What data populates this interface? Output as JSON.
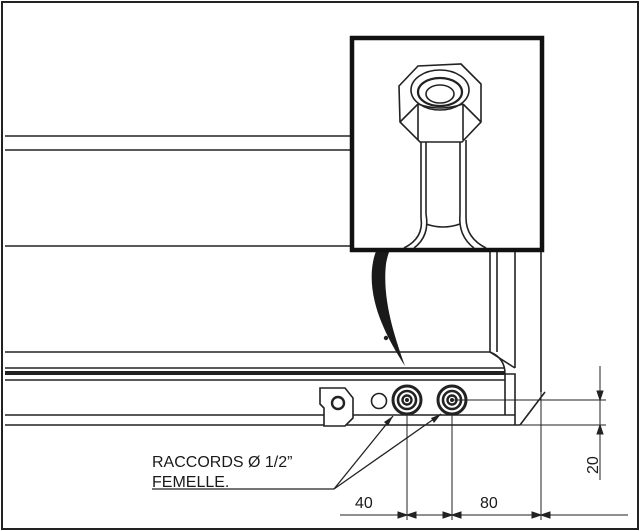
{
  "callout": {
    "line1": "RACCORDS Ø 1/2”",
    "line2": "FEMELLE."
  },
  "dimensions": {
    "left_spacing": "40",
    "right_spacing": "80",
    "height": "20"
  }
}
